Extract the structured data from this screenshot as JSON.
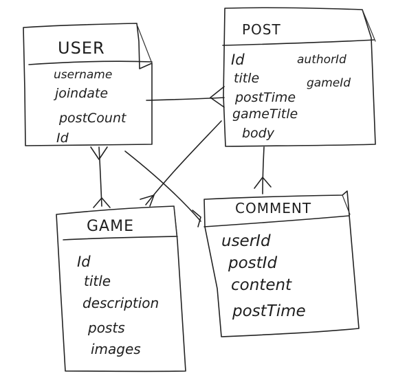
{
  "entities": {
    "user": {
      "name": "USER",
      "fields": [
        "username",
        "joindate",
        "postCount",
        "Id"
      ]
    },
    "post": {
      "name": "POST",
      "fields_left": [
        "Id",
        "title",
        "postTime",
        "gameTitle",
        "body"
      ],
      "fields_right": [
        "authorId",
        "gameId"
      ]
    },
    "game": {
      "name": "GAME",
      "fields": [
        "Id",
        "title",
        "description",
        "posts",
        "images"
      ]
    },
    "comment": {
      "name": "COMMENT",
      "fields": [
        "userId",
        "postId",
        "content",
        "postTime"
      ]
    }
  }
}
